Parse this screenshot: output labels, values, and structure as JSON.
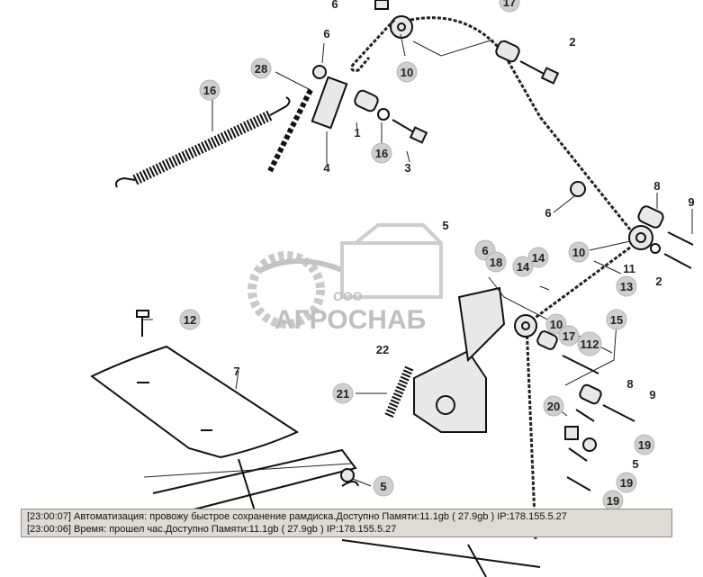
{
  "watermark": {
    "prefix": "ООО",
    "brand": "АГРОСНАБ"
  },
  "callouts": [
    {
      "id": "c6a",
      "text": "6"
    },
    {
      "id": "c17a",
      "text": "17"
    },
    {
      "id": "c2a",
      "text": "2"
    },
    {
      "id": "c10a",
      "text": "10"
    },
    {
      "id": "c6b",
      "text": "6"
    },
    {
      "id": "c28",
      "text": "28"
    },
    {
      "id": "c16a",
      "text": "16"
    },
    {
      "id": "c1",
      "text": "1"
    },
    {
      "id": "c16b",
      "text": "16"
    },
    {
      "id": "c3",
      "text": "3"
    },
    {
      "id": "c4",
      "text": "4"
    },
    {
      "id": "c8a",
      "text": "8"
    },
    {
      "id": "c9a",
      "text": "9"
    },
    {
      "id": "c6c",
      "text": "6"
    },
    {
      "id": "c10b",
      "text": "10"
    },
    {
      "id": "c11",
      "text": "11"
    },
    {
      "id": "c2b",
      "text": "2"
    },
    {
      "id": "c13",
      "text": "13"
    },
    {
      "id": "c6d",
      "text": "6"
    },
    {
      "id": "c14a",
      "text": "14"
    },
    {
      "id": "c14b",
      "text": "14"
    },
    {
      "id": "c18",
      "text": "18"
    },
    {
      "id": "c15",
      "text": "15"
    },
    {
      "id": "c10c",
      "text": "10"
    },
    {
      "id": "c17b",
      "text": "17"
    },
    {
      "id": "c112",
      "text": "112"
    },
    {
      "id": "c12",
      "text": "12"
    },
    {
      "id": "c7",
      "text": "7"
    },
    {
      "id": "c22",
      "text": "22"
    },
    {
      "id": "c21",
      "text": "21"
    },
    {
      "id": "c8b",
      "text": "8"
    },
    {
      "id": "c9b",
      "text": "9"
    },
    {
      "id": "c20",
      "text": "20"
    },
    {
      "id": "c19a",
      "text": "19"
    },
    {
      "id": "c5a",
      "text": "5"
    },
    {
      "id": "c19b",
      "text": "19"
    },
    {
      "id": "c5b",
      "text": "5"
    },
    {
      "id": "c19c",
      "text": "19"
    },
    {
      "id": "c5c",
      "text": "5"
    }
  ],
  "log": [
    "[23:00:07]  Автоматизация: провожу быстрое сохранение рамдиска.Доступно Памяти:11.1gb  ( 27.9gb ) IP:178.155.5.27",
    "[23:00:06]  Время: прошел час.Доступно Памяти:11.1gb  ( 27.9gb ) IP:178.155.5.27"
  ]
}
